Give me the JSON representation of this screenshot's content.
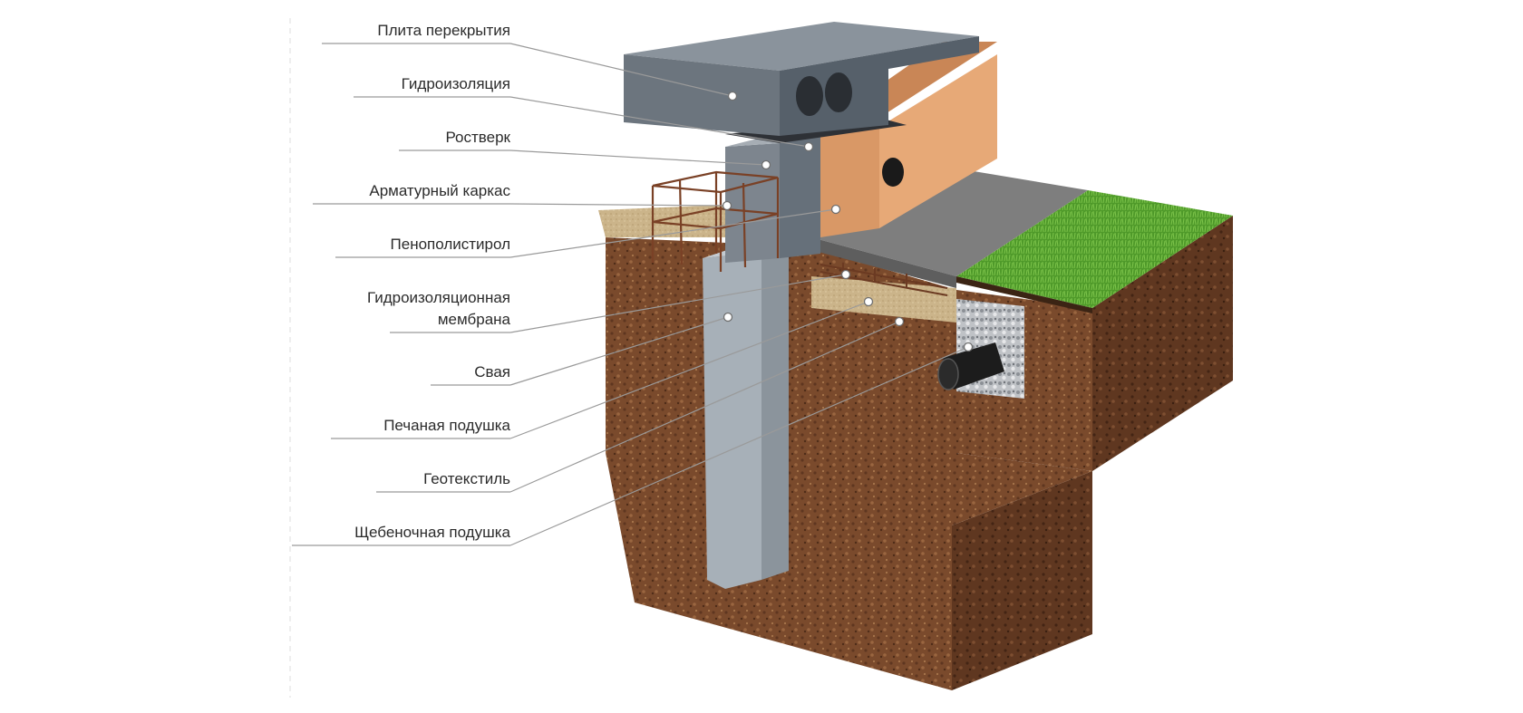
{
  "diagram": {
    "layers": [
      {
        "key": "slab",
        "label": "Плита перекрытия"
      },
      {
        "key": "waterproofing",
        "label": "Гидроизоляция"
      },
      {
        "key": "grillage",
        "label": "Ростверк"
      },
      {
        "key": "rebar",
        "label": "Арматурный каркас"
      },
      {
        "key": "eps",
        "label": "Пенополистирол"
      },
      {
        "key": "membrane",
        "label": "Гидроизоляционная мембрана",
        "lines": [
          "Гидроизоляционная",
          "мембрана"
        ]
      },
      {
        "key": "pile",
        "label": "Свая"
      },
      {
        "key": "sand",
        "label": "Печаная подушка"
      },
      {
        "key": "geotextile",
        "label": "Геотекстиль"
      },
      {
        "key": "gravel",
        "label": "Щебеночная подушка"
      }
    ]
  }
}
